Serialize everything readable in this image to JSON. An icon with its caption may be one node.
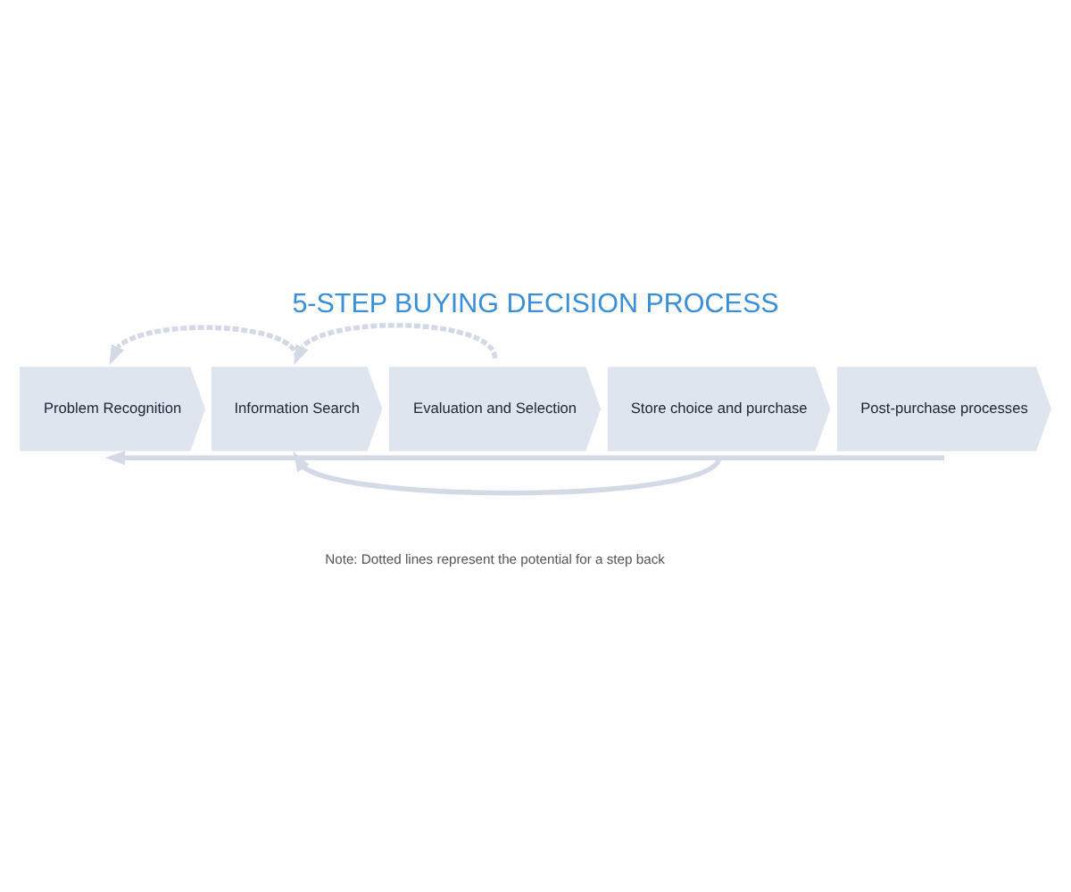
{
  "diagram": {
    "title": "5-STEP BUYING DECISION PROCESS",
    "caption": "Note: Dotted lines represent the potential for a step back",
    "nodes": [
      {
        "text": [
          "Problem Recognition"
        ]
      },
      {
        "text": [
          "Information Search"
        ]
      },
      {
        "text": [
          "Evaluation and Selection"
        ]
      },
      {
        "text": [
          "Store choice and purchase"
        ]
      },
      {
        "text": [
          "Post-purchase processes"
        ]
      }
    ],
    "edges": [
      {
        "from": 1,
        "to": 0,
        "arrow": "to",
        "style": "dashed"
      },
      {
        "from": 2,
        "to": 1,
        "arrow": "to",
        "style": "dashed"
      },
      {
        "from": 3,
        "to": 1,
        "arrow": "to"
      },
      {
        "from": 4,
        "to": 0,
        "arrow": "to"
      }
    ]
  }
}
